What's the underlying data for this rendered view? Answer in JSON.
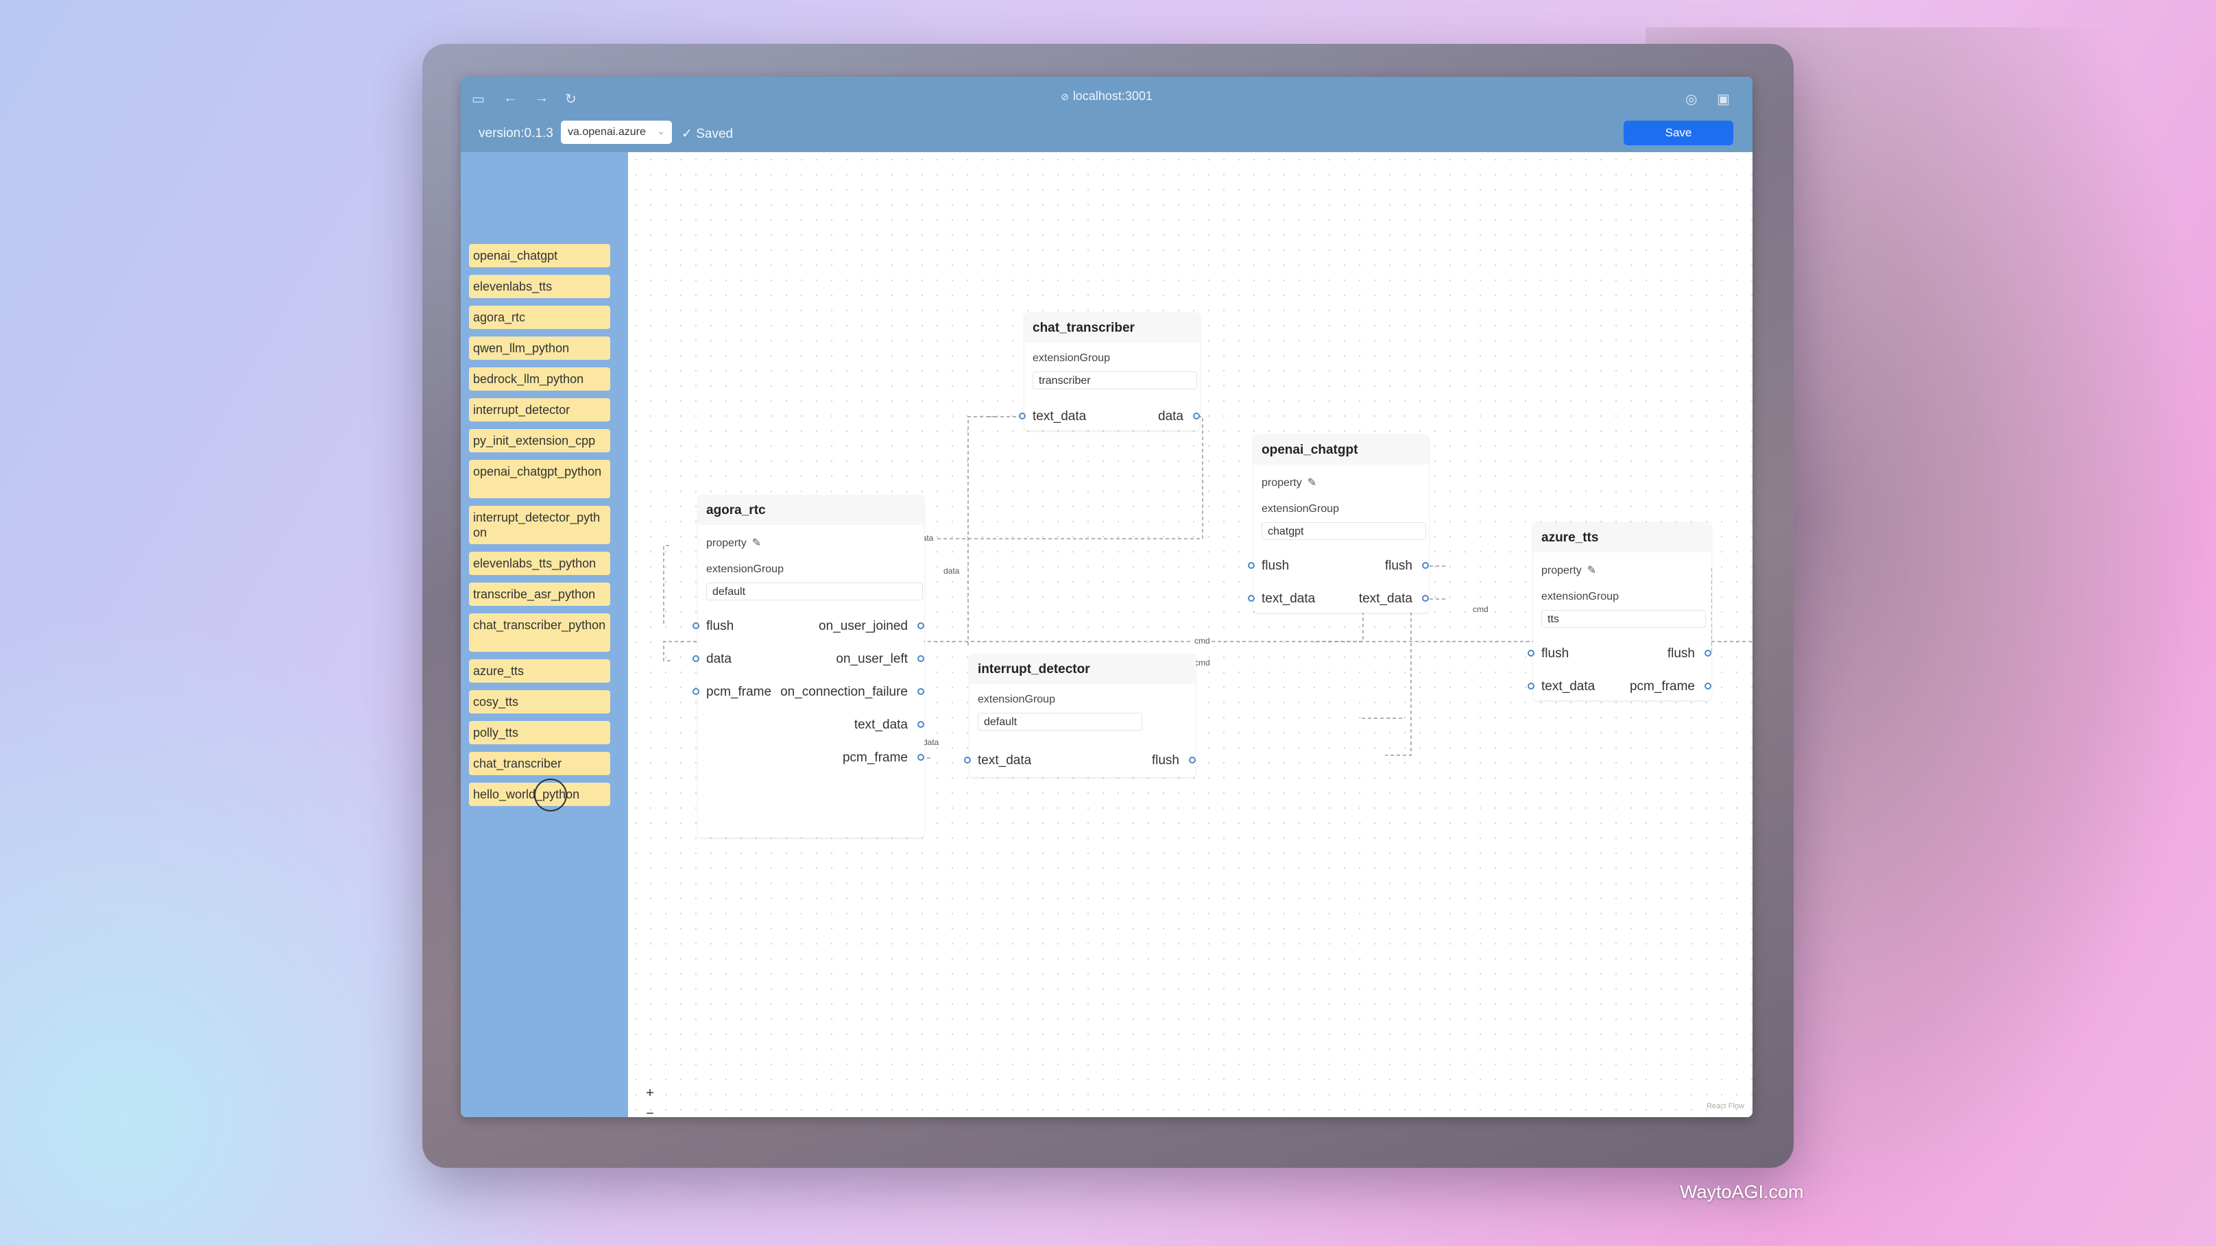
{
  "browser": {
    "url": "localhost:3001"
  },
  "toolbar": {
    "version": "version:0.1.3",
    "graph_select": "va.openai.azure",
    "saved": "Saved",
    "save_label": "Save"
  },
  "sidebar": {
    "items": [
      "openai_chatgpt",
      "elevenlabs_tts",
      "agora_rtc",
      "qwen_llm_python",
      "bedrock_llm_python",
      "interrupt_detector",
      "py_init_extension_cpp",
      "openai_chatgpt_python",
      "interrupt_detector_python",
      "elevenlabs_tts_python",
      "transcribe_asr_python",
      "chat_transcriber_python",
      "azure_tts",
      "cosy_tts",
      "polly_tts",
      "chat_transcriber",
      "hello_world_python"
    ]
  },
  "nodes": {
    "chat_transcriber": {
      "title": "chat_transcriber",
      "ext_label": "extensionGroup",
      "ext_value": "transcriber",
      "in_text_data": "text_data",
      "out_data": "data"
    },
    "openai_chatgpt": {
      "title": "openai_chatgpt",
      "property": "property",
      "ext_label": "extensionGroup",
      "ext_value": "chatgpt",
      "in_flush": "flush",
      "out_flush": "flush",
      "in_text_data": "text_data",
      "out_text_data": "text_data"
    },
    "agora_rtc": {
      "title": "agora_rtc",
      "property": "property",
      "ext_label": "extensionGroup",
      "ext_value": "default",
      "in_flush": "flush",
      "in_data": "data",
      "in_pcm_frame": "pcm_frame",
      "out_on_user_joined": "on_user_joined",
      "out_on_user_left": "on_user_left",
      "out_on_connection_failure": "on_connection_failure",
      "out_text_data": "text_data",
      "out_pcm_frame": "pcm_frame"
    },
    "interrupt_detector": {
      "title": "interrupt_detector",
      "ext_label": "extensionGroup",
      "ext_value": "default",
      "in_text_data": "text_data",
      "out_flush": "flush"
    },
    "azure_tts": {
      "title": "azure_tts",
      "property": "property",
      "ext_label": "extensionGroup",
      "ext_value": "tts",
      "in_flush": "flush",
      "out_flush": "flush",
      "in_text_data": "text_data",
      "out_pcm_frame": "pcm_frame"
    }
  },
  "edge_labels": {
    "data1": "data",
    "data2": "data",
    "data3": "data",
    "cmd1": "cmd",
    "cmd2": "cmd",
    "cmd3": "cmd"
  },
  "controls": {
    "zoom_in": "+",
    "zoom_out": "−",
    "fit": "⛶",
    "lock": "🔒"
  },
  "attribution": "React Flow",
  "watermark": "WaytoAGI.com"
}
